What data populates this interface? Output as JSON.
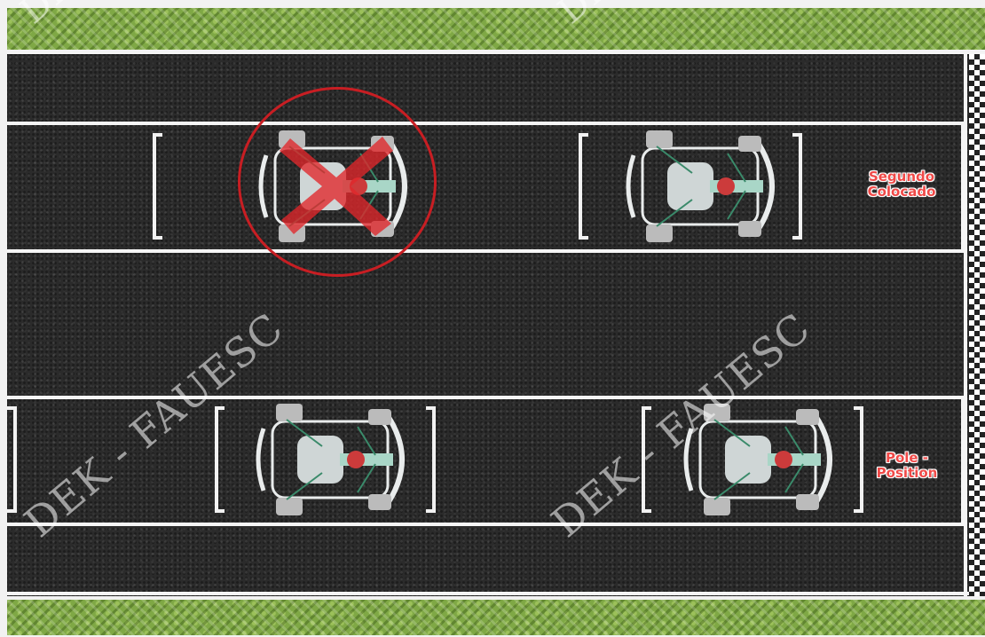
{
  "labels": {
    "second_place": "Segundo Colocado",
    "pole_position": "Pole - Position"
  },
  "watermark": {
    "text": "DEK - FAUESC"
  },
  "colors": {
    "label_red": "#f04a48",
    "exclusion_red": "#c81e23",
    "asphalt": "#2b2b2b",
    "grass": "#7fa845",
    "lines": "#f5f5f5"
  },
  "icons": {
    "kart": "kart-icon",
    "exclusion": "x-mark-icon",
    "finish": "checkered-flag-icon"
  }
}
